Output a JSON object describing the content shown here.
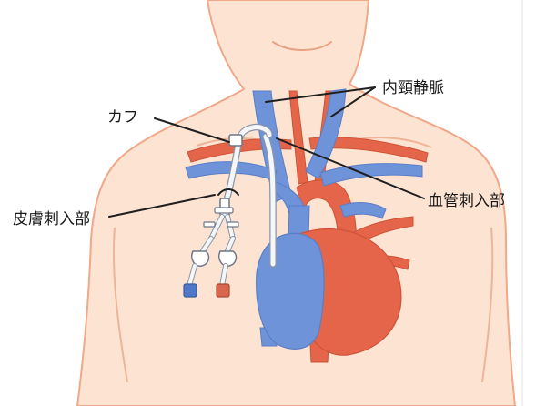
{
  "labels": {
    "jugular_vein": "内頸静脈",
    "cuff": "カフ",
    "skin_entry": "皮膚刺入部",
    "vessel_entry": "血管刺入部"
  },
  "colors": {
    "skin": "#fde4d2",
    "skin_outline": "#f0a888",
    "vein": "#6f93d8",
    "artery": "#e5654a",
    "catheter": "#f5f6f8",
    "leader": "#1f1f1f",
    "cap_blue": "#4f79c8",
    "cap_red": "#d9664c"
  },
  "icons": [
    "vein",
    "artery",
    "heart",
    "catheter",
    "cuff",
    "clamp",
    "cap"
  ]
}
